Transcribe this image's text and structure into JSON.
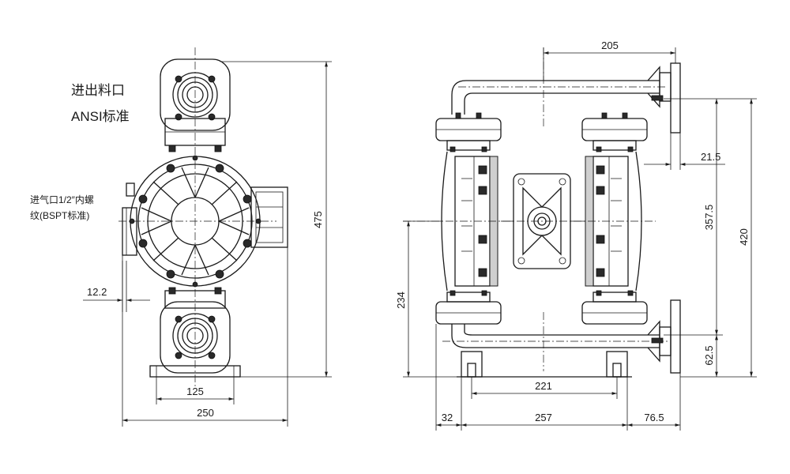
{
  "notes": {
    "inlet_outlet_line1": "进出料口",
    "inlet_outlet_line2": "ANSI标准",
    "air_inlet_line1": "进气口1/2″内螺",
    "air_inlet_line2": "纹(BSPT标准)"
  },
  "dimensions": {
    "front_height": "475",
    "front_offset": "12.2",
    "front_base_inner": "125",
    "front_base_outer": "250",
    "side_top_offset": "205",
    "side_flange_offset": "21.5",
    "side_flange_centers": "357.5",
    "side_total_height": "420",
    "side_lower_flange_height": "62.5",
    "side_center_height": "234",
    "side_base_inner": "221",
    "side_left_margin": "32",
    "side_base_width": "257",
    "side_right_margin": "76.5"
  }
}
